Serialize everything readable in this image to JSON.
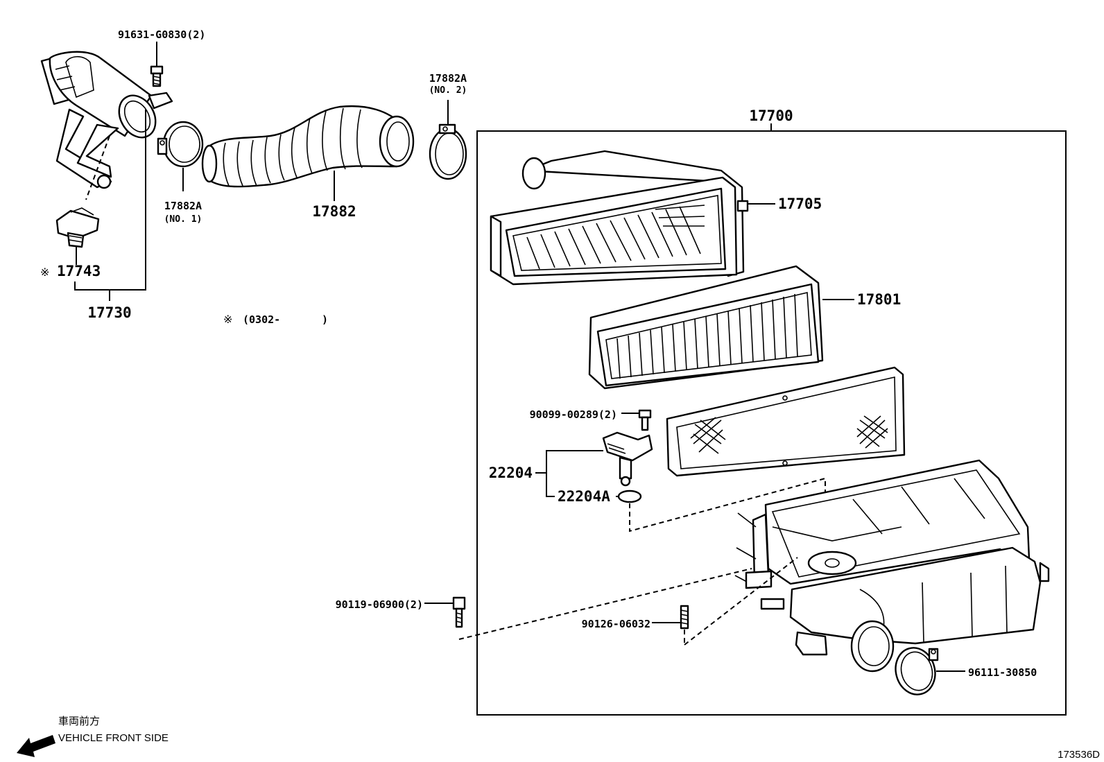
{
  "diagram": {
    "assembly_box_label": "17700",
    "figure_code": "173536D"
  },
  "parts": {
    "p91631": "91631-G0830(2)",
    "p17882A_1": "17882A",
    "p17882A_1_sub": "(NO. 1)",
    "p17882A_2": "17882A",
    "p17882A_2_sub": "(NO. 2)",
    "p17882": "17882",
    "p17743": "17743",
    "p17743_mark": "※",
    "p17730": "17730",
    "p17705": "17705",
    "p17801": "17801",
    "p90099": "90099-00289(2)",
    "p22204": "22204",
    "p22204A": "22204A",
    "p90119": "90119-06900(2)",
    "p90126": "90126-06032",
    "p96111": "96111-30850"
  },
  "notes": {
    "production_mark": "※",
    "production_date": "(0302-",
    "production_close": ")"
  },
  "direction": {
    "japanese": "車両前方",
    "english": "VEHICLE FRONT SIDE"
  }
}
